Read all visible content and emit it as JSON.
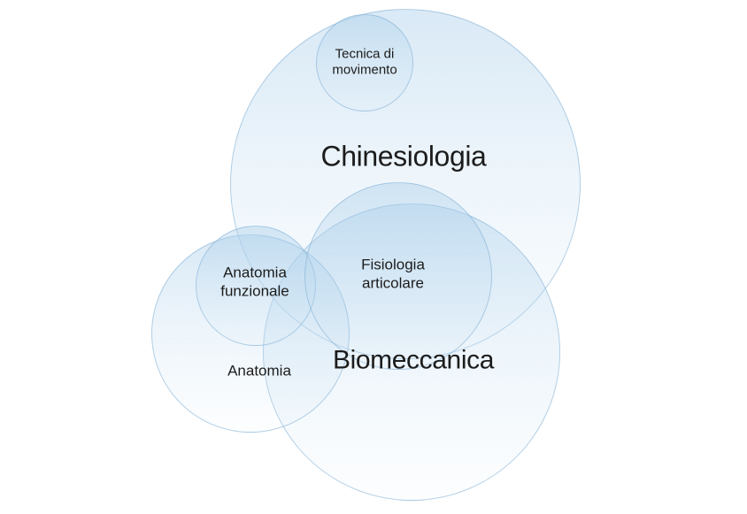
{
  "theme": {
    "bg": "#ffffff",
    "text_color": "#1c1c1c",
    "circle_stroke": "rgba(125,173,211,0.55)",
    "circle_fill_top": "rgba(171,207,234,0.45)",
    "circle_fill_mid": "rgba(189,218,240,0.28)",
    "circle_fill_bottom": "rgba(220,238,249,0.06)"
  },
  "labels": {
    "tecnica": {
      "line1": "Tecnica di",
      "line2": "movimento"
    },
    "chinesiologia": {
      "text": "Chinesiologia"
    },
    "fisiologia": {
      "line1": "Fisiologia",
      "line2": "articolare"
    },
    "anatomia_funzionale": {
      "line1": "Anatomia",
      "line2": "funzionale"
    },
    "anatomia": {
      "text": "Anatomia"
    },
    "biomeccanica": {
      "text": "Biomeccanica"
    }
  }
}
